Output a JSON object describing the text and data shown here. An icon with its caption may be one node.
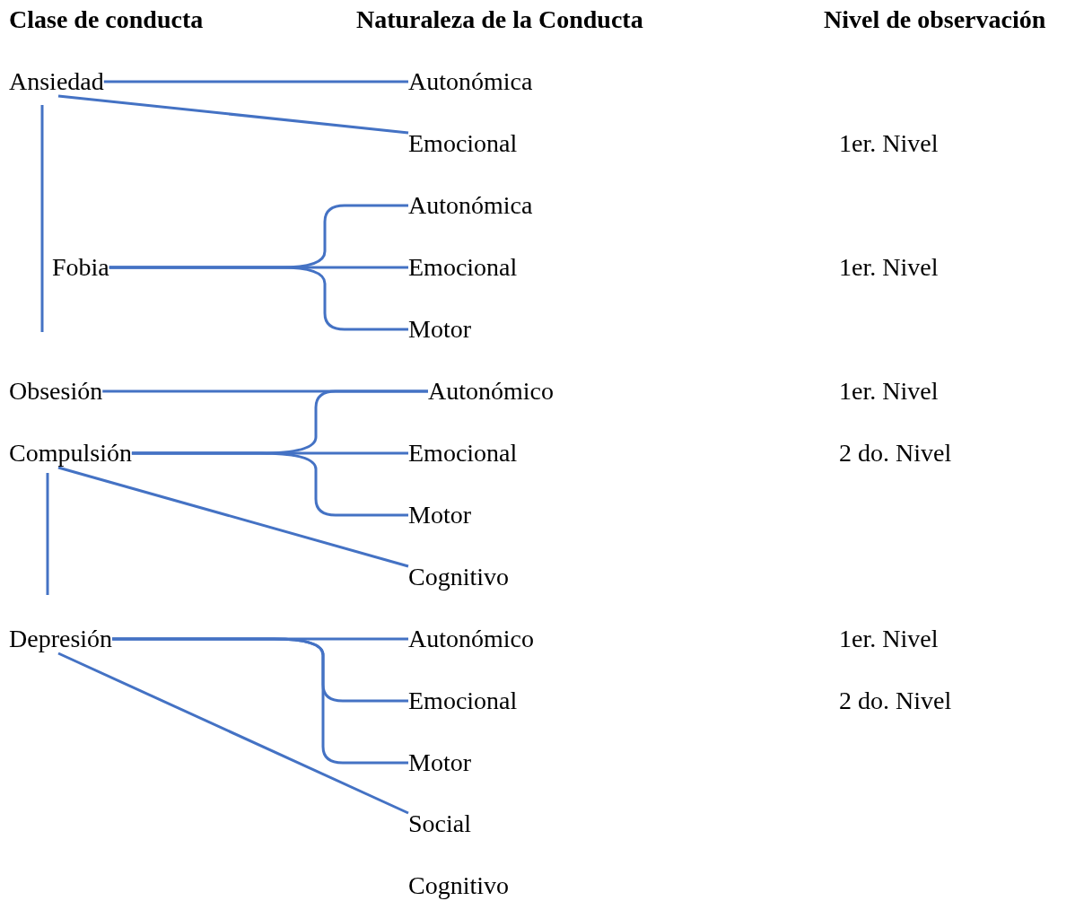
{
  "diagram": {
    "nodes": [
      {
        "text": [
          "Ansiedad"
        ]
      },
      {
        "text": [
          "Autonómica"
        ]
      },
      {
        "text": [
          "Emocional"
        ]
      },
      {
        "text": [
          "Autonómica"
        ]
      },
      {
        "text": [
          "Fobia"
        ]
      },
      {
        "text": [
          "Emocional"
        ]
      },
      {
        "text": [
          "Motor"
        ]
      },
      {
        "text": [
          "Obsesión"
        ]
      },
      {
        "text": [
          "Autonómico"
        ]
      },
      {
        "text": [
          "Compulsión"
        ]
      },
      {
        "text": [
          "Emocional"
        ]
      },
      {
        "text": [
          "Motor"
        ]
      },
      {
        "text": [
          "Cognitivo"
        ]
      },
      {
        "text": [
          "Depresión"
        ]
      },
      {
        "text": [
          "Autonómico"
        ]
      },
      {
        "text": [
          "Emocional"
        ]
      },
      {
        "text": [
          "Motor"
        ]
      },
      {
        "text": [
          "Social"
        ]
      },
      {
        "text": [
          "Cognitivo"
        ]
      }
    ],
    "edges": [
      {
        "from": 0,
        "to": 1,
        "arrow": "none"
      },
      {
        "from": 0,
        "to": 2,
        "arrow": "none"
      },
      {
        "from": 4,
        "to": 3,
        "arrow": "none"
      },
      {
        "from": 4,
        "to": 5,
        "arrow": "none"
      },
      {
        "from": 4,
        "to": 6,
        "arrow": "none"
      },
      {
        "from": 7,
        "to": 8,
        "arrow": "none"
      },
      {
        "from": 9,
        "to": 8,
        "arrow": "none"
      },
      {
        "from": 9,
        "to": 10,
        "arrow": "none"
      },
      {
        "from": 9,
        "to": 11,
        "arrow": "none"
      },
      {
        "from": 9,
        "to": 12,
        "arrow": "none"
      },
      {
        "from": 13,
        "to": 14,
        "arrow": "none"
      },
      {
        "from": 13,
        "to": 15,
        "arrow": "none"
      },
      {
        "from": 13,
        "to": 16,
        "arrow": "none"
      },
      {
        "from": 13,
        "to": 17,
        "arrow": "none"
      }
    ],
    "labels": [
      "Clase de conducta",
      "Naturaleza de la Conducta",
      "Nivel de observación",
      "1er. Nivel",
      "1er. Nivel",
      "1er. Nivel",
      "2 do. Nivel",
      "1er. Nivel",
      "2 do. Nivel"
    ]
  }
}
